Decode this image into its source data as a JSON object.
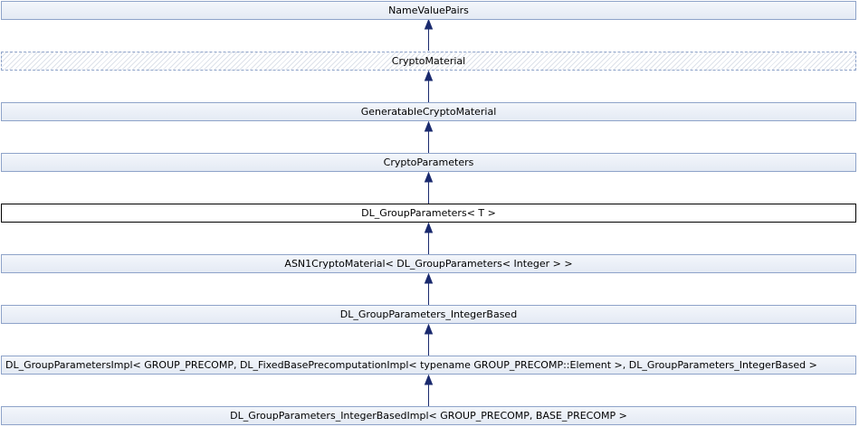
{
  "nodes": [
    {
      "id": "name-value-pairs",
      "label": "NameValuePairs"
    },
    {
      "id": "crypto-material",
      "label": "CryptoMaterial"
    },
    {
      "id": "generatable-crypto-material",
      "label": "GeneratableCryptoMaterial"
    },
    {
      "id": "crypto-parameters",
      "label": "CryptoParameters"
    },
    {
      "id": "dl-group-parameters",
      "label": "DL_GroupParameters< T >"
    },
    {
      "id": "asn1-crypto-material",
      "label": "ASN1CryptoMaterial< DL_GroupParameters< Integer > >"
    },
    {
      "id": "dl-group-parameters-integer-based",
      "label": "DL_GroupParameters_IntegerBased"
    },
    {
      "id": "dl-group-parameters-impl",
      "label": "DL_GroupParametersImpl< GROUP_PRECOMP, DL_FixedBasePrecomputationImpl< typename GROUP_PRECOMP::Element >, DL_GroupParameters_IntegerBased >"
    },
    {
      "id": "dl-group-parameters-integer-based-impl",
      "label": "DL_GroupParameters_IntegerBasedImpl< GROUP_PRECOMP, BASE_PRECOMP >"
    }
  ],
  "edges": [
    {
      "from": "crypto-material",
      "to": "name-value-pairs"
    },
    {
      "from": "generatable-crypto-material",
      "to": "crypto-material"
    },
    {
      "from": "crypto-parameters",
      "to": "generatable-crypto-material"
    },
    {
      "from": "dl-group-parameters",
      "to": "crypto-parameters"
    },
    {
      "from": "asn1-crypto-material",
      "to": "dl-group-parameters"
    },
    {
      "from": "dl-group-parameters-integer-based",
      "to": "asn1-crypto-material"
    },
    {
      "from": "dl-group-parameters-impl",
      "to": "dl-group-parameters-integer-based"
    },
    {
      "from": "dl-group-parameters-integer-based-impl",
      "to": "dl-group-parameters-impl"
    }
  ],
  "colors": {
    "edge": "#1a2a6e",
    "node_border": "#8ea3c9",
    "node_fill": "#e8edf5"
  }
}
